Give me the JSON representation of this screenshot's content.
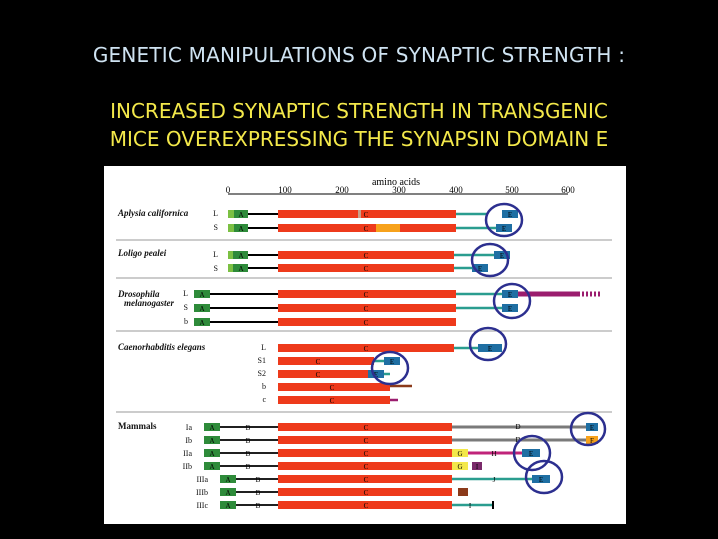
{
  "slide": {
    "title": "GENETIC MANIPULATIONS OF SYNAPTIC STRENGTH :",
    "subtitle_line1": "INCREASED SYNAPTIC STRENGTH IN TRANSGENIC",
    "subtitle_line2": "MICE OVEREXPRESSING THE SYNAPSIN DOMAIN E"
  },
  "colors": {
    "background": "#000000",
    "title": "#cfe3f2",
    "subtitle": "#f3e84a",
    "domain_A": "#2e8b3a",
    "domain_C": "#ee3a1b",
    "domain_E": "#1f6fa3",
    "linker": "#2a9d8f",
    "highlight_circle": "#2c2f8f"
  },
  "axis": {
    "label": "amino acids",
    "ticks": [
      "0",
      "100",
      "200",
      "300",
      "400",
      "500",
      "600"
    ]
  },
  "groups": [
    {
      "species": "Aplysia californica",
      "isoforms": [
        "L",
        "S"
      ]
    },
    {
      "species": "Loligo pealei",
      "isoforms": [
        "L",
        "S"
      ]
    },
    {
      "species": "Drosophila melanogaster",
      "isoforms": [
        "L",
        "S",
        "b"
      ]
    },
    {
      "species": "Caenorhabditis elegans",
      "isoforms": [
        "L",
        "S1",
        "S2",
        "b",
        "c"
      ]
    },
    {
      "species": "Mammals",
      "isoforms": [
        "Ia",
        "Ib",
        "IIa",
        "IIb",
        "IIIa",
        "IIIb",
        "IIIc"
      ]
    }
  ],
  "domain_letters": {
    "A": "A",
    "B": "B",
    "C": "C",
    "D": "D",
    "E": "E",
    "F": "F",
    "G": "G",
    "H": "H",
    "I": "I",
    "J": "J"
  }
}
